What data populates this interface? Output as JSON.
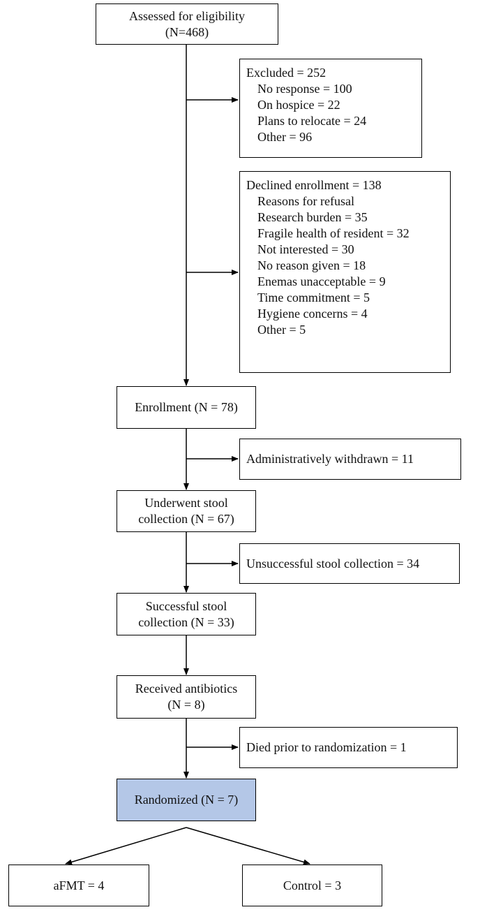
{
  "nodes": {
    "assessed": {
      "lines": [
        "Assessed for eligibility",
        "(N=468)"
      ]
    },
    "excluded": {
      "title": "Excluded = 252",
      "items": [
        "No response = 100",
        "On hospice = 22",
        "Plans to relocate = 24",
        "Other = 96"
      ]
    },
    "declined": {
      "title": "Declined enrollment = 138",
      "items": [
        "Reasons for refusal",
        "Research burden = 35",
        "Fragile health of resident = 32",
        "Not interested = 30",
        "No reason given = 18",
        "Enemas unacceptable = 9",
        "Time commitment  = 5",
        "Hygiene concerns = 4",
        "Other = 5"
      ]
    },
    "enrollment": {
      "label": "Enrollment  (N = 78)"
    },
    "withdrawn": {
      "label": "Administratively withdrawn = 11"
    },
    "stool": {
      "lines": [
        "Underwent stool",
        "collection (N = 67)"
      ]
    },
    "unsuccessful": {
      "label": "Unsuccessful stool collection = 34"
    },
    "successful": {
      "lines": [
        "Successful stool",
        "collection (N = 33)"
      ]
    },
    "antibiotics": {
      "lines": [
        "Received antibiotics",
        "(N = 8)"
      ]
    },
    "died": {
      "label": "Died prior to randomization  = 1"
    },
    "randomized": {
      "label": "Randomized  (N = 7)",
      "fill": "#b4c7e7"
    },
    "afmt": {
      "label": "aFMT = 4"
    },
    "control": {
      "label": "Control = 3"
    }
  }
}
